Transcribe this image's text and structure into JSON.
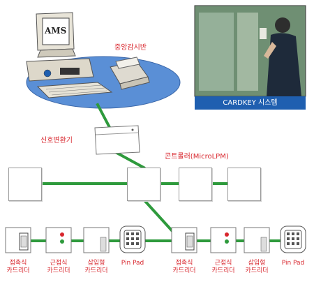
{
  "labels": {
    "ams": "AMS",
    "central": "중앙감시반",
    "signal_converter": "신호변환기",
    "controller": "콘트롤러(MicroLPM)",
    "cardkey_banner": "CARDKEY 시스템"
  },
  "readers": {
    "group1": [
      {
        "line1": "접촉식",
        "line2": "카드리더"
      },
      {
        "line1": "근접식",
        "line2": "카드리더"
      },
      {
        "line1": "삽입형",
        "line2": "카드리더"
      },
      {
        "line1": "Pin Pad",
        "line2": ""
      }
    ],
    "group2": [
      {
        "line1": "접촉식",
        "line2": "카드리더"
      },
      {
        "line1": "근접식",
        "line2": "카드리더"
      },
      {
        "line1": "삽입형",
        "line2": "카드리더"
      },
      {
        "line1": "Pin Pad",
        "line2": ""
      }
    ]
  },
  "colors": {
    "network_line": "#2e9a3c",
    "label_red": "#d8262d",
    "platform_blue": "#5a8fd6",
    "banner_blue": "#1f5fb0"
  }
}
